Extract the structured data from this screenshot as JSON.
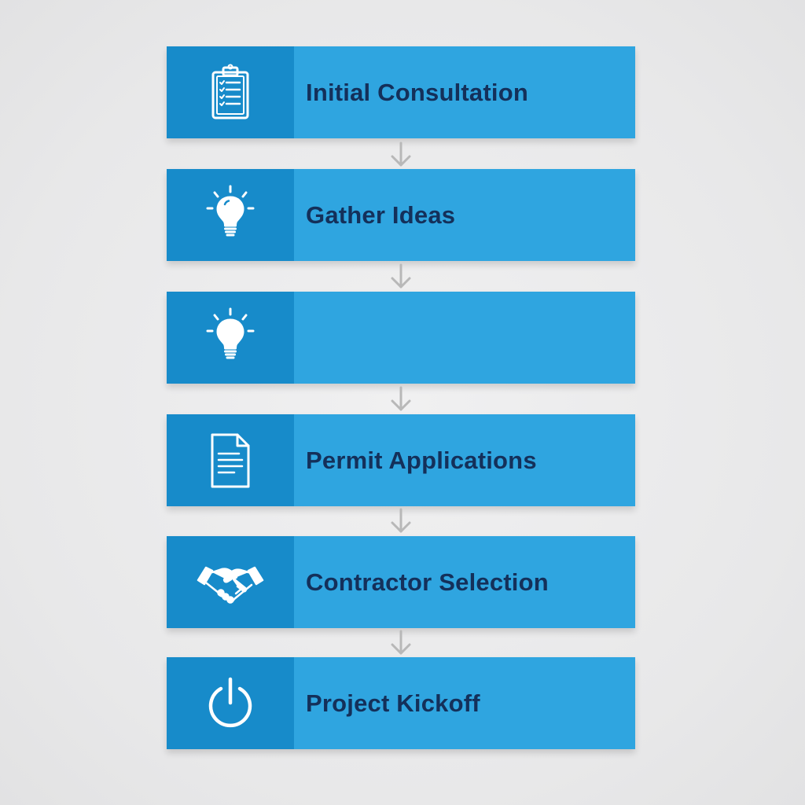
{
  "steps": [
    {
      "label": "Initial Consultation",
      "icon": "clipboard-checklist-icon"
    },
    {
      "label": "Gather Ideas",
      "icon": "lightbulb-icon"
    },
    {
      "label": "",
      "icon": "lightbulb-icon"
    },
    {
      "label": "Permit Applications",
      "icon": "document-icon"
    },
    {
      "label": "Contractor Selection",
      "icon": "handshake-icon"
    },
    {
      "label": "Project Kickoff",
      "icon": "power-icon"
    }
  ],
  "colors": {
    "background": "#eaeaeb",
    "step_fill": "#2fa5e0",
    "icon_cell_fill": "#178bca",
    "label_text": "#14305a",
    "icon_stroke": "#ffffff",
    "arrow": "#b8b8b8"
  }
}
